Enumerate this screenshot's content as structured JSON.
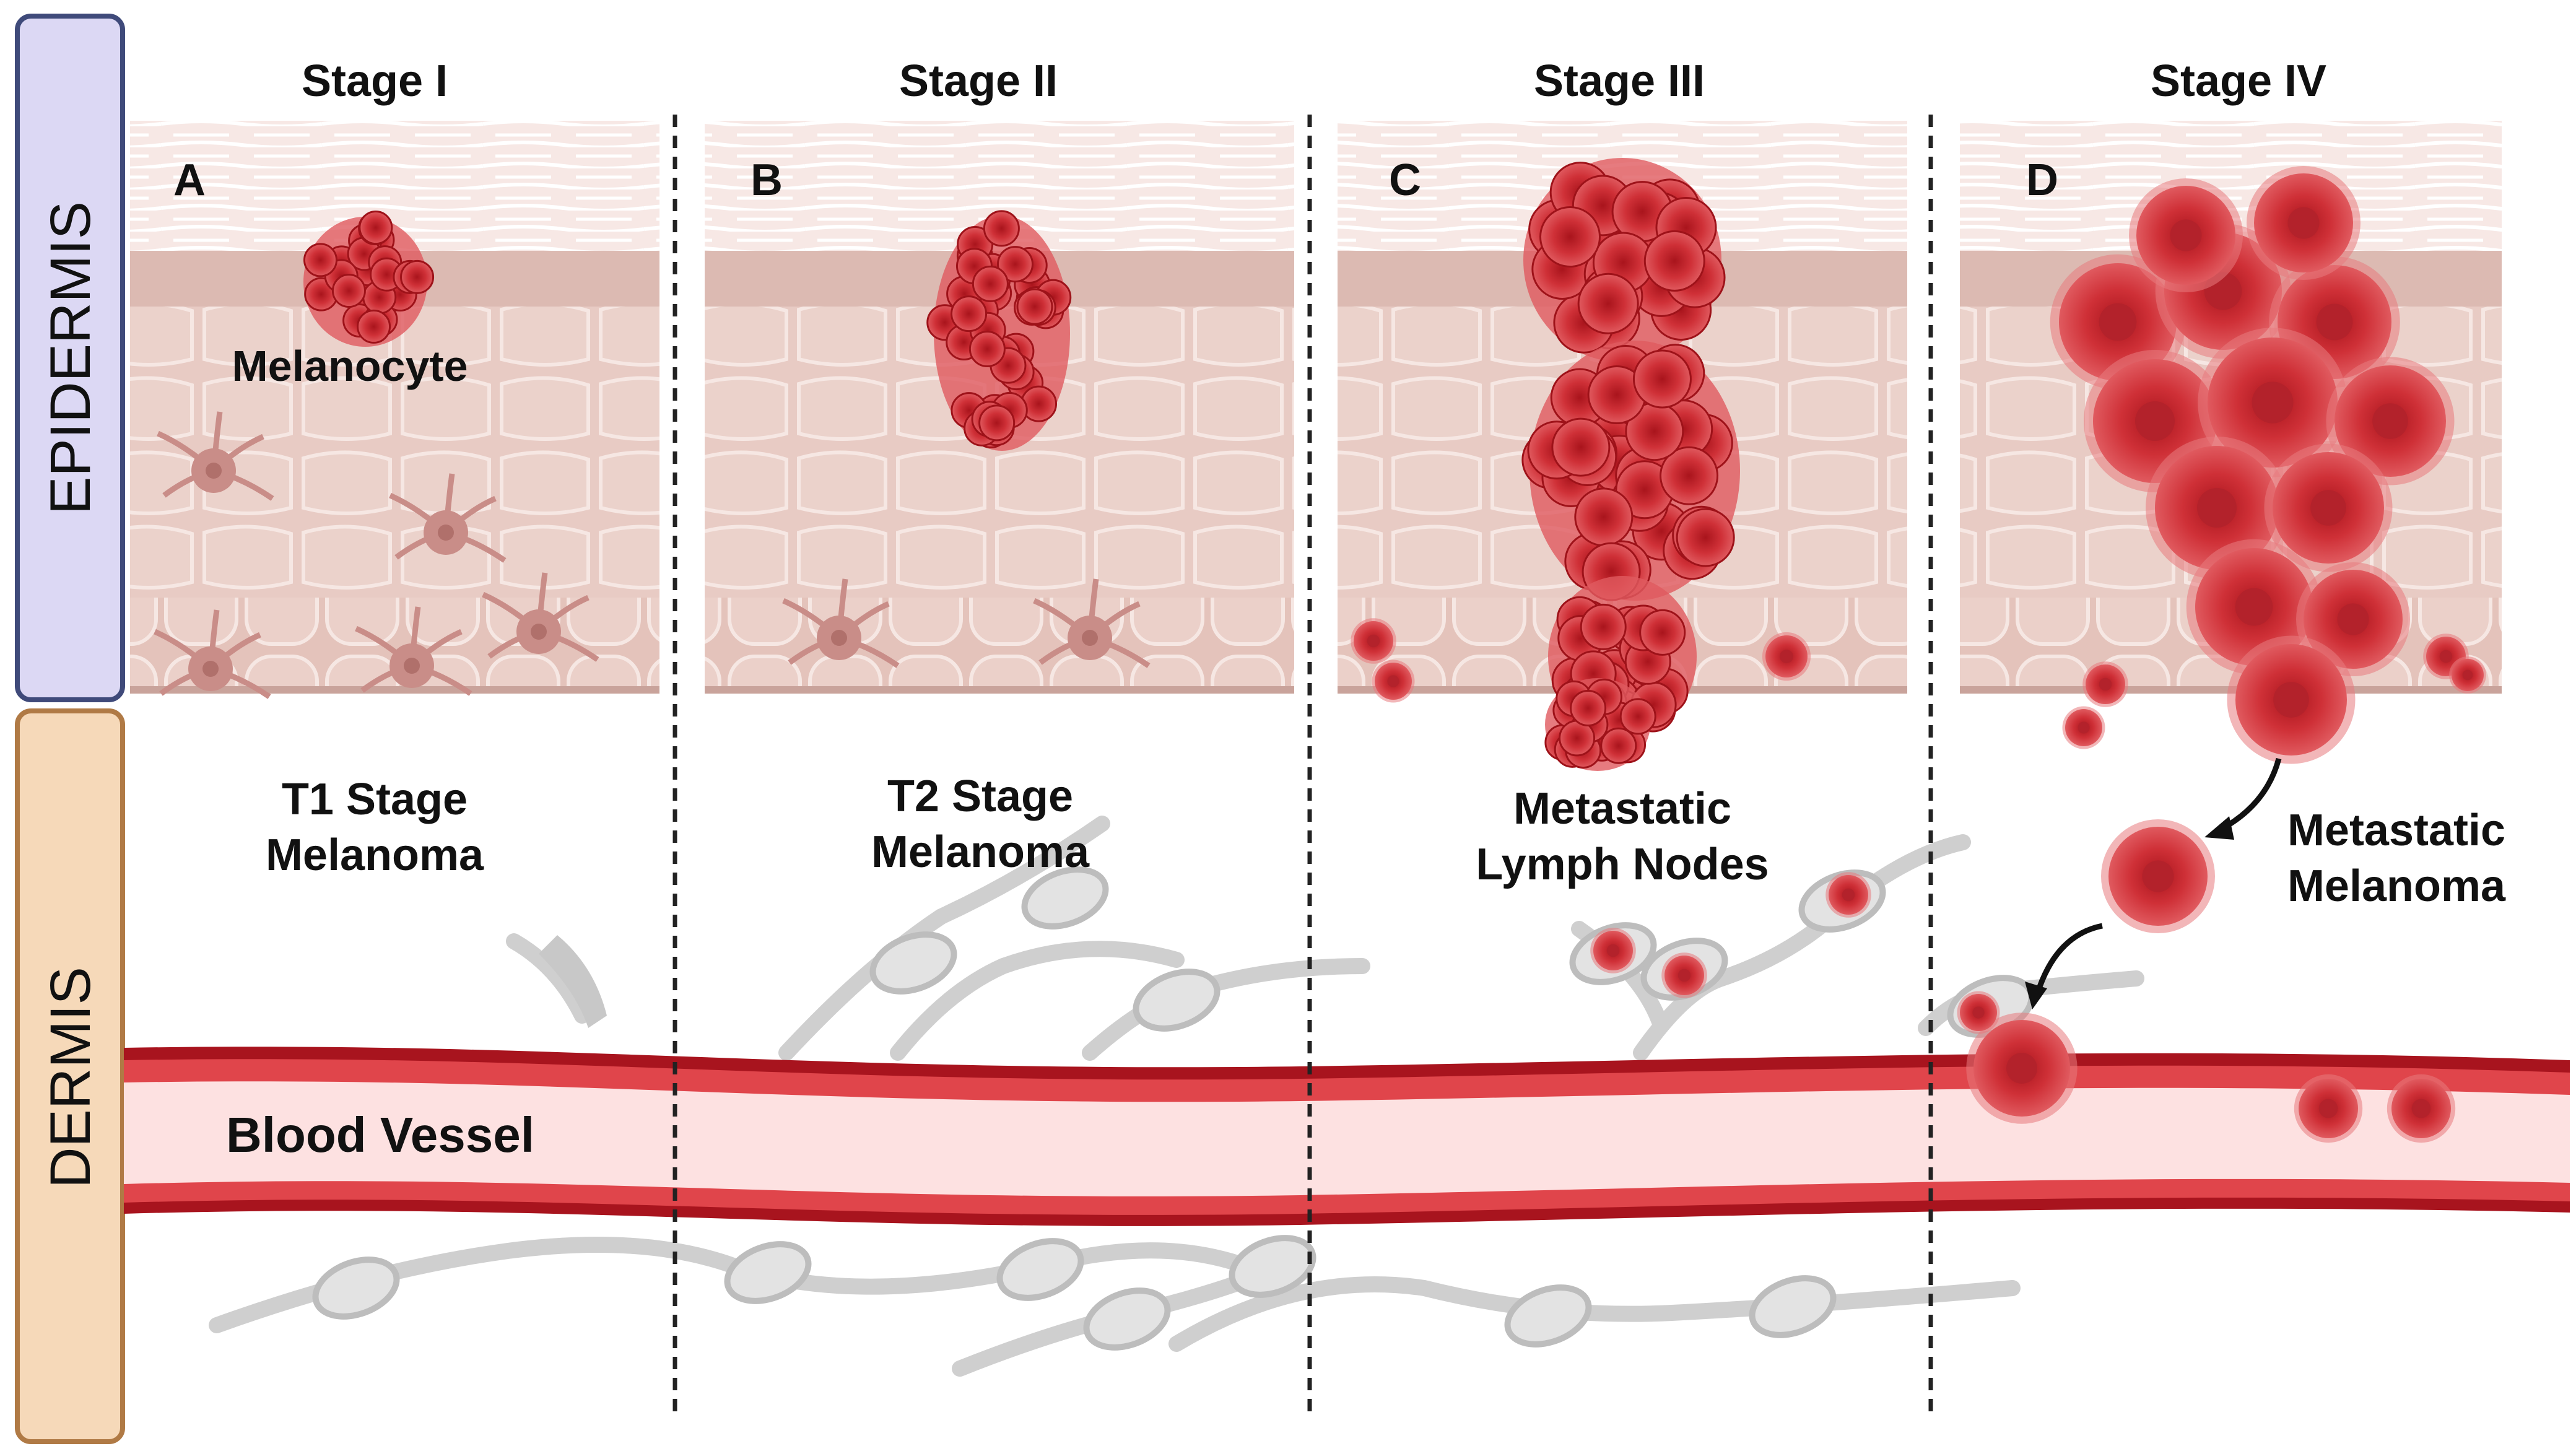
{
  "side_labels": {
    "epidermis": "EPIDERMIS",
    "dermis": "DERMIS"
  },
  "stages": [
    {
      "title": "Stage I",
      "panel": "A",
      "caption_lines": [
        "T1 Stage",
        "Melanoma"
      ],
      "cell_label": "Melanocyte"
    },
    {
      "title": "Stage II",
      "panel": "B",
      "caption_lines": [
        "T2 Stage",
        "Melanoma"
      ]
    },
    {
      "title": "Stage III",
      "panel": "C",
      "caption_lines": [
        "Metastatic",
        "Lymph Nodes"
      ]
    },
    {
      "title": "Stage IV",
      "panel": "D",
      "caption_lines": [
        "Metastatic",
        "Melanoma"
      ]
    }
  ],
  "vessel_label": "Blood Vessel",
  "colors": {
    "epidermis_box": "#dcd8f4",
    "epidermis_border": "#3f4a7a",
    "dermis_box": "#f6d9b9",
    "dermis_border": "#b07a45",
    "stratum_corneum": "#f5e3e0",
    "epidermis_tissue": "#e6c7c0",
    "cell_outline": "#f3e3df",
    "melanocyte": "#c98d88",
    "tumor": "#d23a40",
    "tumor_dark": "#b3222b",
    "vessel_wall": "#a8141e",
    "vessel_lumen": "#fde1e1",
    "lymph": "#cfcfcf"
  }
}
